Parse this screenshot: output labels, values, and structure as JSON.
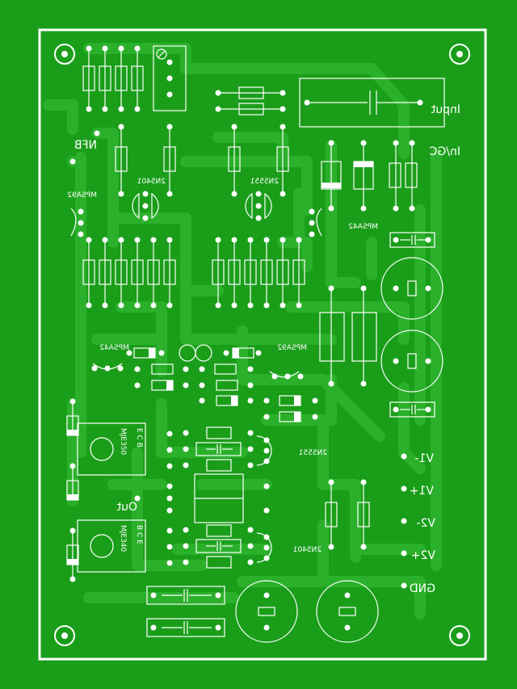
{
  "board": {
    "background": "#1a9e1a",
    "trace_color": "#26a826",
    "silkscreen_color": "#ffffff"
  },
  "labels": {
    "input": "Input",
    "input_gnd": "In/GC",
    "nfb": "NFB",
    "out": "Out",
    "v1_minus": "V1-",
    "v1_plus": "V1+",
    "v2_minus": "V2-",
    "v2_plus": "V2+",
    "gnd": "GND"
  },
  "parts": {
    "q_2n5401_top": "2N5401",
    "q_2n5551_top": "2N5551",
    "q_mpsa92_top": "MPSA92",
    "q_mpsa42_top": "MPSA42",
    "q_mpsa42_mid": "MPSA42",
    "q_mpsa92_mid": "MPSA92",
    "q_2n5551_bot": "2N5551",
    "q_2n5401_bot": "2N5401",
    "q_mje_top": "MJE350",
    "q_mje_bot": "MJE340",
    "pin_e": "E",
    "pin_b": "B",
    "pin_c": "C",
    "pins_ecb": "E C B",
    "pins_bce": "B C E"
  }
}
